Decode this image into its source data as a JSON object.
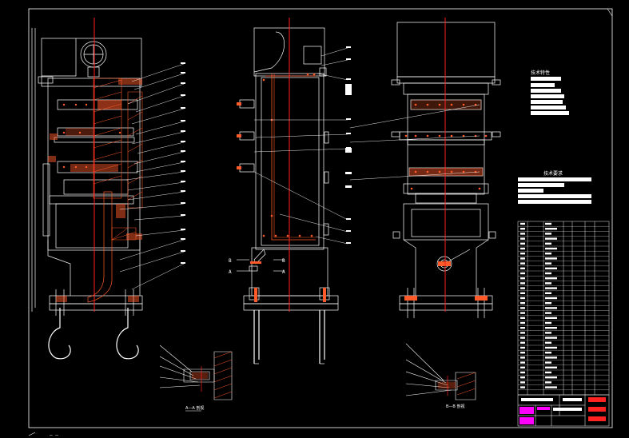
{
  "drawing": {
    "tech_title": "技术特性",
    "tech_req_title": "技术要求",
    "section_a": "A",
    "section_b": "B",
    "section_a_caption": "A—A 剖视",
    "section_b_caption": "B—B 剖视",
    "colors": {
      "background": "#000000",
      "lines": "#ffffff",
      "center_line": "#ff2020",
      "hatch": "#ff5a2a",
      "block_fill": "#ffffff",
      "title_accent": "#ff00ff",
      "title_red": "#ff2222"
    }
  }
}
